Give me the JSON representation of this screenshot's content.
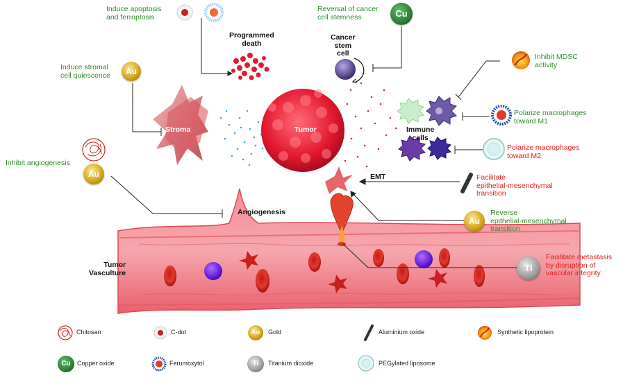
{
  "colors": {
    "effect_good": "#2e8b2e",
    "effect_bad": "#e0201c",
    "tumor": "#e8233a",
    "vessel": "#f57f88",
    "gold": "#c9a21a",
    "copper_oxide": "#2d7d3a",
    "titanium": "#8c8c8c"
  },
  "labels": {
    "programmed_death": "Programmed\ndeath",
    "cancer_stem_cell": "Cancer\nstem\ncell",
    "tumor": "Tumor",
    "stroma": "Stroma",
    "immune_cells": "Immune\ncells",
    "emt": "EMT",
    "angiogenesis": "Angiogenesis",
    "tumor_vasculture": "Tumor\nVasculture"
  },
  "effects": {
    "apoptosis": "Induce apoptosis\nand ferroptosis",
    "stemness": "Reversal of cancer\ncell stemness",
    "stromal": "Induce stromal\ncell quiescence",
    "mdsc": "Inhibit MDSC\nactivity",
    "m1": "Polarize macrophages\ntoward M1",
    "m2": "Polarize macrophages\ntoward M2",
    "angio": "Inhibit angiogenesis",
    "emt_fac": "Facilitate\nepithelial-mesenchymal\ntransition",
    "emt_rev": "Reverse\nepithelial-mesenchymal\ntransition",
    "metastasis": "Facilitate metastasis\nby disruption of\nvascular integrity"
  },
  "icons": {
    "gold_symbol": "Au",
    "copper_symbol": "Cu",
    "titanium_symbol": "Ti"
  },
  "legend": [
    {
      "icon": "chitosan-icon",
      "label": "Chitosan"
    },
    {
      "icon": "c-dot-icon",
      "label": "C-dot"
    },
    {
      "icon": "gold-icon",
      "label": "Gold"
    },
    {
      "icon": "aluminium-oxide-icon",
      "label": "Aluminium oxide"
    },
    {
      "icon": "synthetic-lipoprotein-icon",
      "label": "Synthetic lipoprotein"
    },
    {
      "icon": "copper-oxide-icon",
      "label": "Copper oxide"
    },
    {
      "icon": "ferumoxytol-icon",
      "label": "Ferumoxytol"
    },
    {
      "icon": "titanium-dioxide-icon",
      "label": "Titanium dioxide"
    },
    {
      "icon": "pegylated-liposome-icon",
      "label": "PEGylated liposome"
    }
  ]
}
